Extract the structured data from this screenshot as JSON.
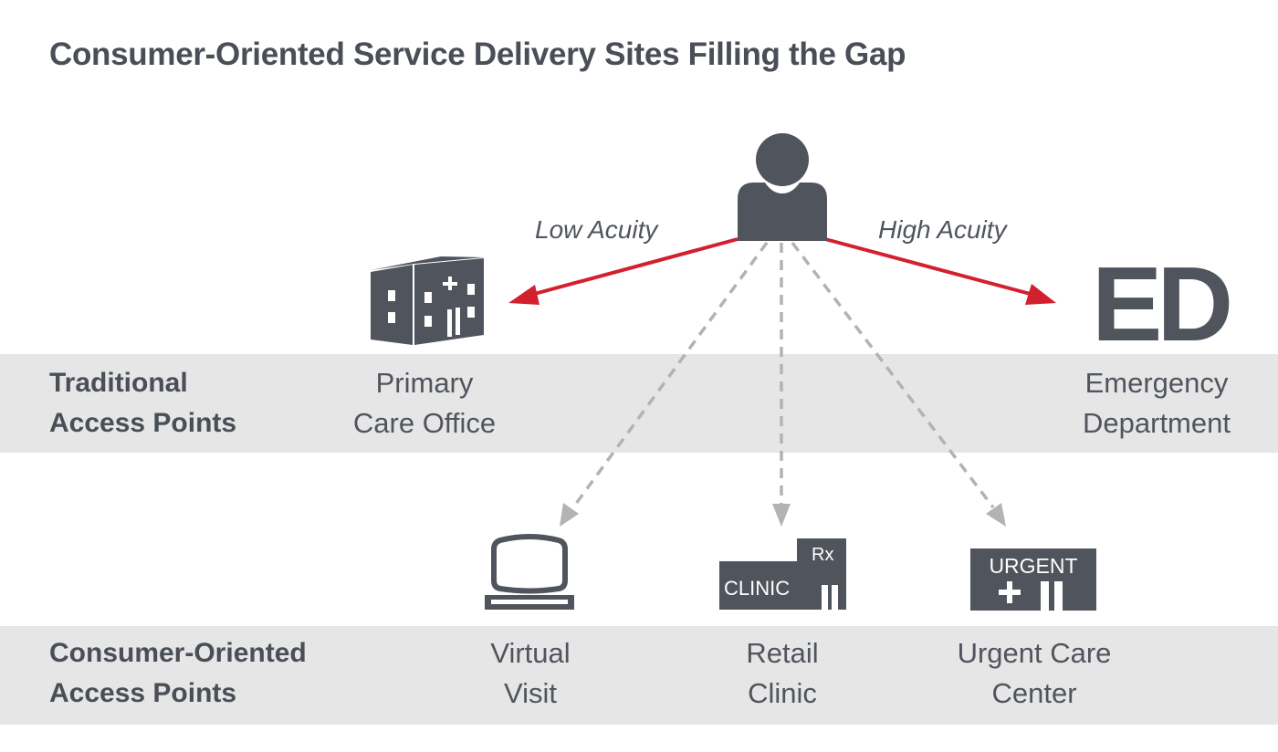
{
  "title": "Consumer-Oriented Service Delivery Sites Filling the Gap",
  "colors": {
    "icon": "#50545d",
    "band": "#e6e6e6",
    "high_low_arrow": "#d3202e",
    "dashed_arrow": "#b3b3b3"
  },
  "arrows": {
    "low_acuity_label": "Low Acuity",
    "high_acuity_label": "High Acuity"
  },
  "rows": {
    "traditional": {
      "label_line1": "Traditional",
      "label_line2": "Access Points",
      "sites": [
        {
          "icon": "hospital-building-icon",
          "line1": "Primary",
          "line2": "Care Office"
        },
        {
          "icon": "ed-text-icon",
          "icon_text": "ED",
          "line1": "Emergency",
          "line2": "Department"
        }
      ]
    },
    "consumer": {
      "label_line1": "Consumer-Oriented",
      "label_line2": "Access Points",
      "sites": [
        {
          "icon": "computer-monitor-icon",
          "line1": "Virtual",
          "line2": "Visit"
        },
        {
          "icon": "retail-clinic-icon",
          "icon_text": "CLINIC",
          "icon_badge": "Rx",
          "line1": "Retail",
          "line2": "Clinic"
        },
        {
          "icon": "urgent-care-icon",
          "icon_text": "URGENT",
          "line1": "Urgent Care",
          "line2": "Center"
        }
      ]
    }
  },
  "person": {
    "icon": "person-icon"
  }
}
